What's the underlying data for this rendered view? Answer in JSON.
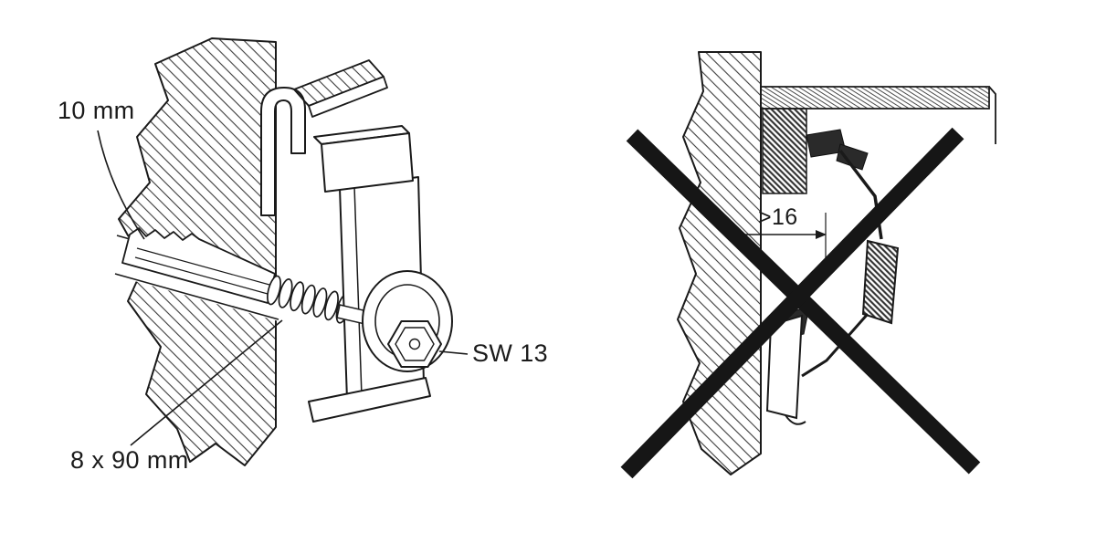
{
  "figure": {
    "left": {
      "labels": {
        "drill_diameter": "10 mm",
        "wrench_size": "SW 13",
        "screw_size": "8 x 90 mm"
      }
    },
    "right": {
      "labels": {
        "min_thickness": ">16"
      }
    }
  },
  "colors": {
    "diagram_line": "#1a1a1a",
    "cross_out": "#161616",
    "background": "#ffffff"
  }
}
